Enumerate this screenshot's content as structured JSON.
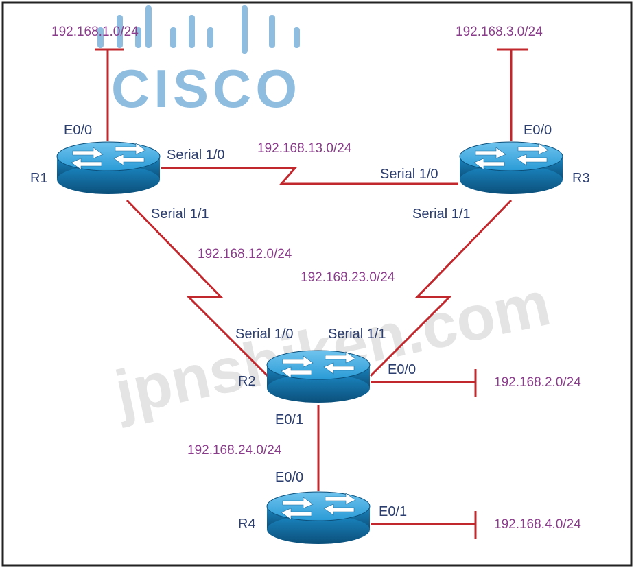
{
  "logo": {
    "text": "CISCO",
    "color": "#8fbde0"
  },
  "watermark": {
    "text": "jpnshiken.com"
  },
  "colors": {
    "link": "#c0282d",
    "network_label": "#8a3d8a",
    "interface_label": "#2c3e6e",
    "router_body": "#1e8bc3"
  },
  "routers": [
    {
      "name": "R1",
      "icon": "router-icon"
    },
    {
      "name": "R2",
      "icon": "router-icon"
    },
    {
      "name": "R3",
      "icon": "router-icon"
    },
    {
      "name": "R4",
      "icon": "router-icon"
    }
  ],
  "networks": {
    "r1_lan": "192.168.1.0/24",
    "r3_lan": "192.168.3.0/24",
    "r1_r3": "192.168.13.0/24",
    "r1_r2": "192.168.12.0/24",
    "r2_r3": "192.168.23.0/24",
    "r2_lan": "192.168.2.0/24",
    "r2_r4": "192.168.24.0/24",
    "r4_lan": "192.168.4.0/24"
  },
  "interfaces": {
    "r1_e00": "E0/0",
    "r1_s10": "Serial 1/0",
    "r1_s11": "Serial 1/1",
    "r3_e00": "E0/0",
    "r3_s10": "Serial 1/0",
    "r3_s11": "Serial 1/1",
    "r2_s10": "Serial 1/0",
    "r2_s11": "Serial 1/1",
    "r2_e00": "E0/0",
    "r2_e01": "E0/1",
    "r4_e00": "E0/0",
    "r4_e01": "E0/1"
  }
}
